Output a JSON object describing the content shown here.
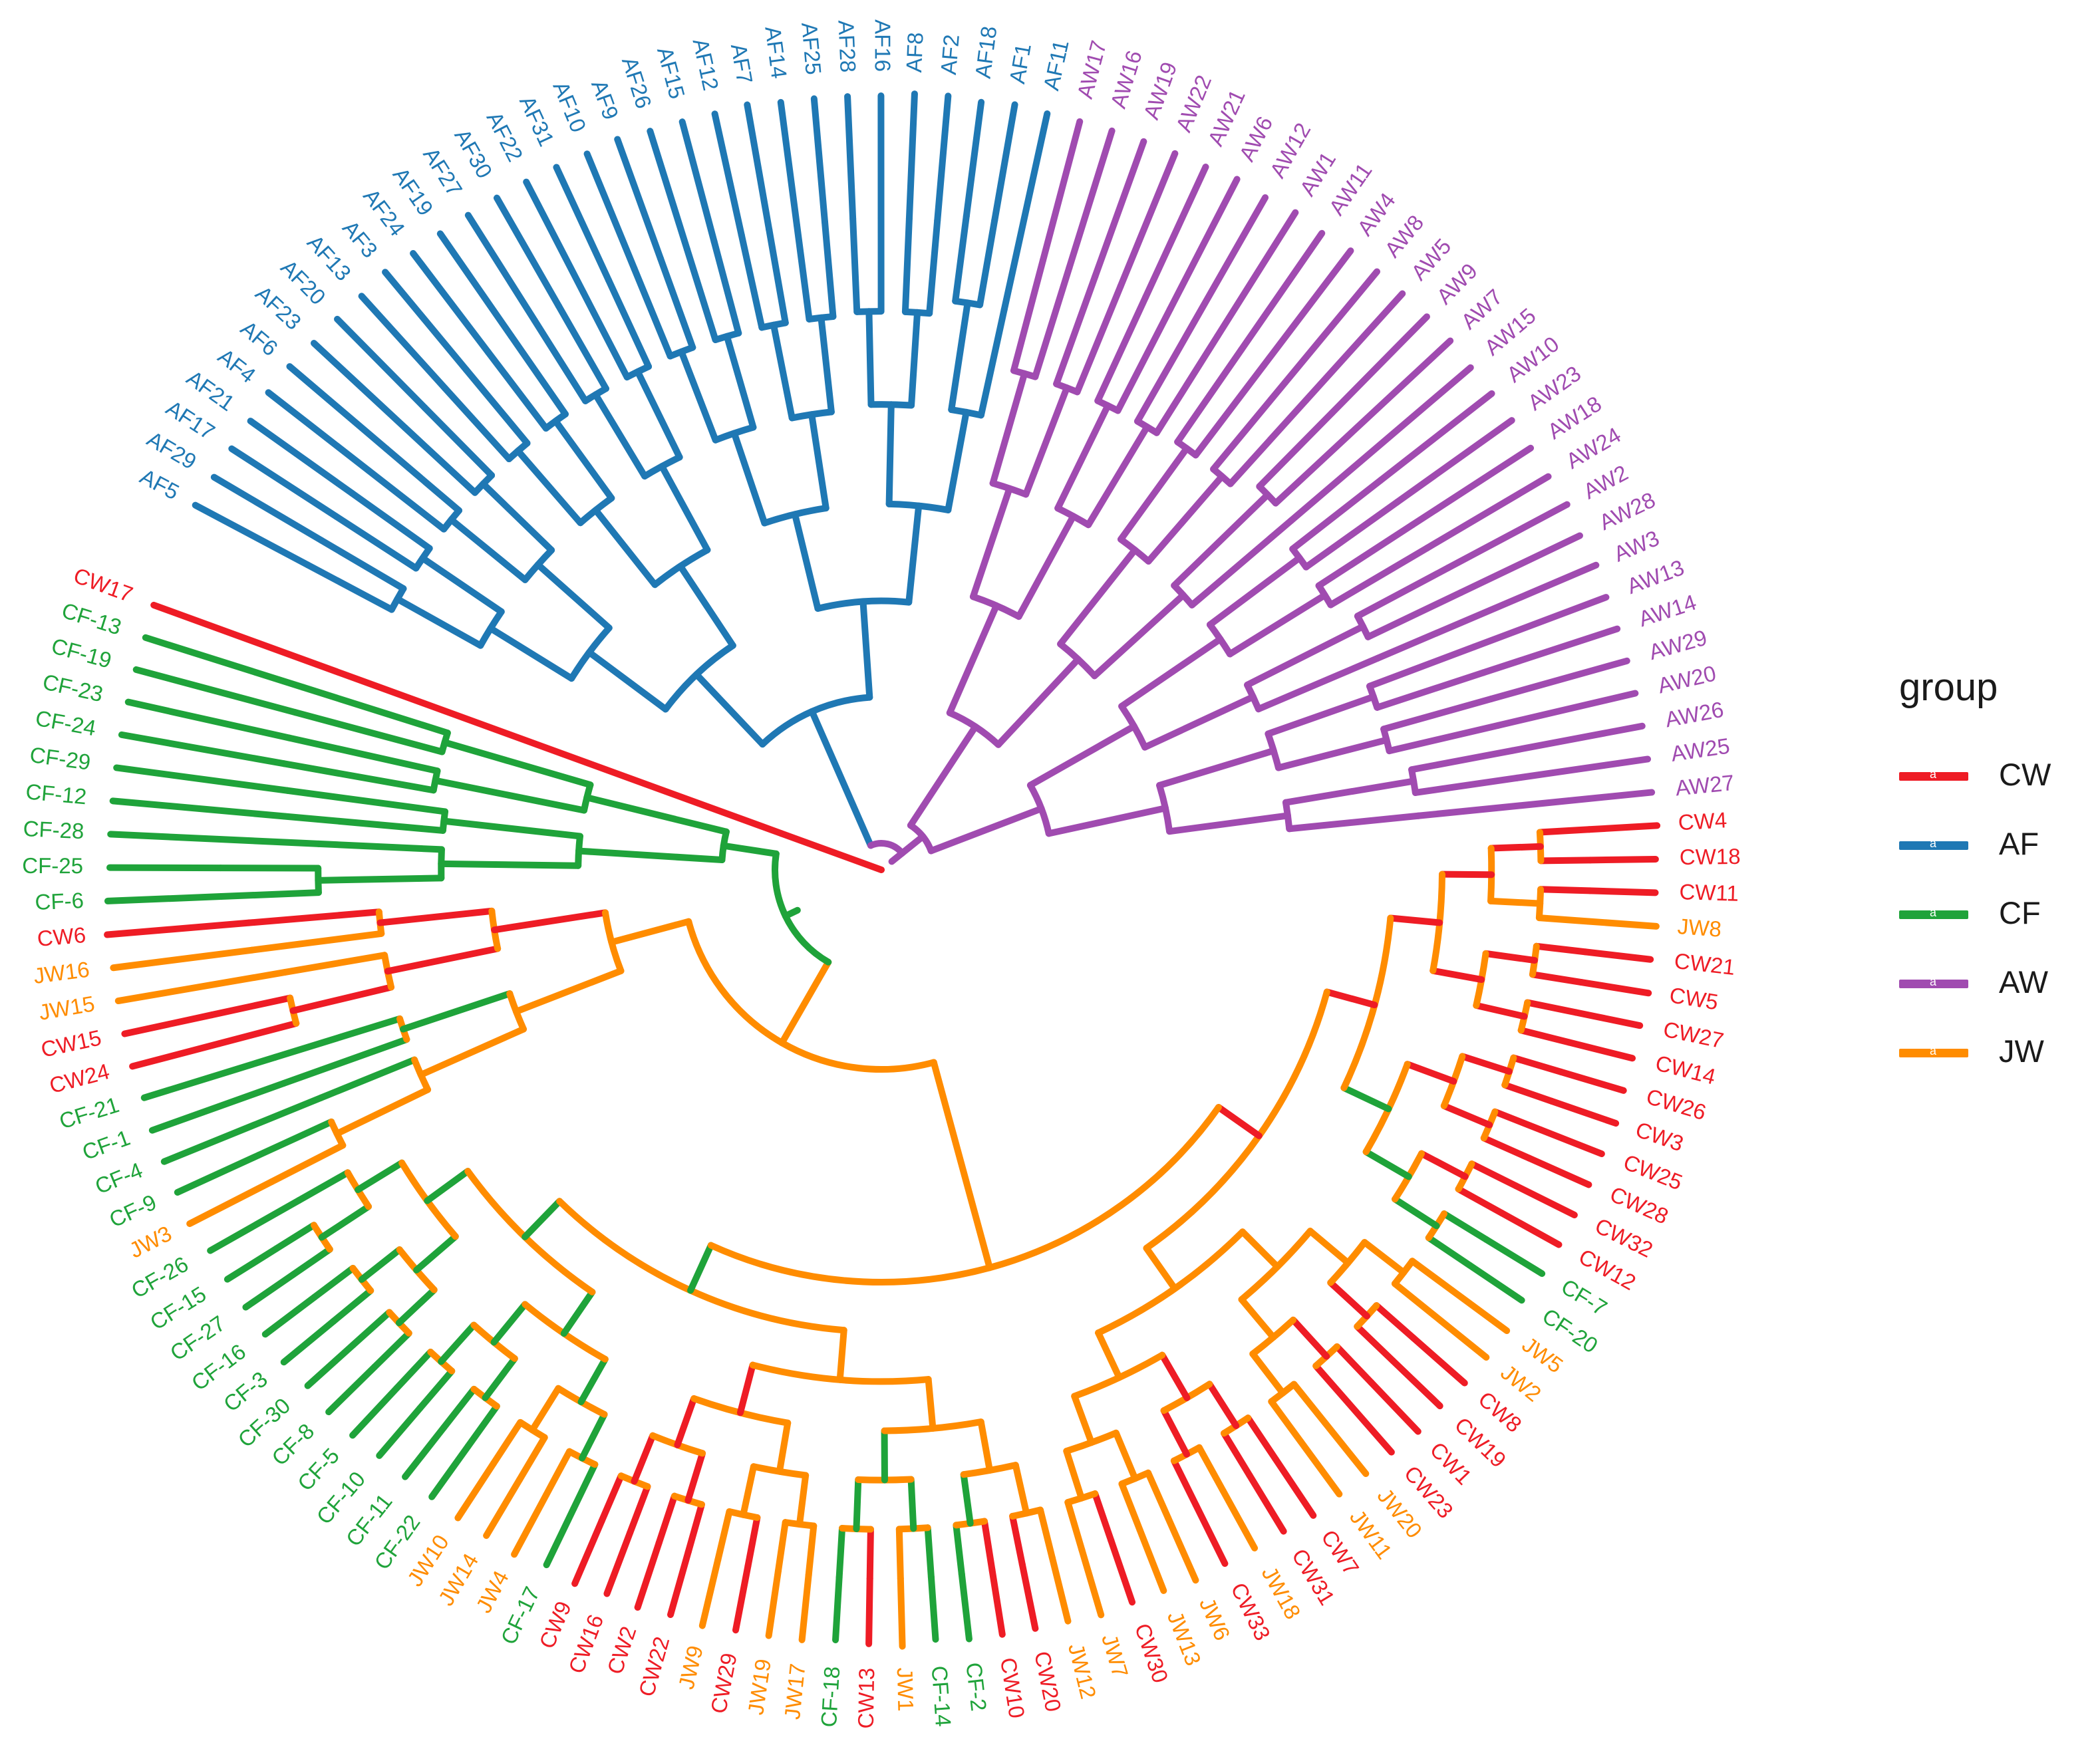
{
  "legend": {
    "title": "group",
    "items": [
      {
        "name": "CW",
        "color": "#EE1C25"
      },
      {
        "name": "AF",
        "color": "#1F78B4"
      },
      {
        "name": "CF",
        "color": "#1FA33A"
      },
      {
        "name": "AW",
        "color": "#A04BB0"
      },
      {
        "name": "JW",
        "color": "#FF8C00"
      }
    ]
  },
  "tree": {
    "layout": "circular",
    "clades": [
      {
        "group": "AF",
        "leaves": [
          "AF5",
          "AF29",
          "AF17",
          "AF21",
          "AF4",
          "AF6",
          "AF23",
          "AF20",
          "AF13",
          "AF3",
          "AF24",
          "AF19",
          "AF27",
          "AF30",
          "AF22",
          "AF31",
          "AF10",
          "AF9",
          "AF26",
          "AF15",
          "AF12",
          "AF7",
          "AF14",
          "AF25",
          "AF28",
          "AF16",
          "AF8",
          "AF2",
          "AF18",
          "AF1",
          "AF11"
        ]
      },
      {
        "group": "AW",
        "leaves": [
          "AW17",
          "AW16",
          "AW19",
          "AW22",
          "AW21",
          "AW6",
          "AW12",
          "AW1",
          "AW11",
          "AW4",
          "AW8",
          "AW5",
          "AW9",
          "AW7",
          "AW15",
          "AW10",
          "AW23",
          "AW18",
          "AW24",
          "AW2",
          "AW28",
          "AW3",
          "AW13",
          "AW14",
          "AW29",
          "AW20",
          "AW26",
          "AW25",
          "AW27"
        ]
      },
      {
        "group": "CW",
        "leaves": [
          "CW4",
          "CW18",
          "CW11"
        ]
      },
      {
        "group": "JW",
        "leaves": [
          "JW8"
        ]
      },
      {
        "group": "CW",
        "leaves": [
          "CW21",
          "CW5",
          "CW27",
          "CW14",
          "CW26",
          "CW3",
          "CW25",
          "CW28",
          "CW32",
          "CW12"
        ]
      },
      {
        "group": "CF",
        "leaves": [
          "CF-7",
          "CF-20"
        ]
      },
      {
        "group": "JW",
        "leaves": [
          "JW5",
          "JW2"
        ]
      },
      {
        "group": "CW",
        "leaves": [
          "CW8",
          "CW19",
          "CW1",
          "CW23"
        ]
      },
      {
        "group": "JW",
        "leaves": [
          "JW20",
          "JW11"
        ]
      },
      {
        "group": "CW",
        "leaves": [
          "CW7",
          "CW31"
        ]
      },
      {
        "group": "JW",
        "leaves": [
          "JW18"
        ]
      },
      {
        "group": "CW",
        "leaves": [
          "CW33"
        ]
      },
      {
        "group": "JW",
        "leaves": [
          "JW6",
          "JW13"
        ]
      },
      {
        "group": "CW",
        "leaves": [
          "CW30"
        ]
      },
      {
        "group": "JW",
        "leaves": [
          "JW7",
          "JW12"
        ]
      },
      {
        "group": "CW",
        "leaves": [
          "CW20",
          "CW10"
        ]
      },
      {
        "group": "CF",
        "leaves": [
          "CF-2",
          "CF-14"
        ]
      },
      {
        "group": "JW",
        "leaves": [
          "JW1"
        ]
      },
      {
        "group": "CW",
        "leaves": [
          "CW13"
        ]
      },
      {
        "group": "CF",
        "leaves": [
          "CF-18"
        ]
      },
      {
        "group": "JW",
        "leaves": [
          "JW17",
          "JW19"
        ]
      },
      {
        "group": "CW",
        "leaves": [
          "CW29"
        ]
      },
      {
        "group": "JW",
        "leaves": [
          "JW9"
        ]
      },
      {
        "group": "CW",
        "leaves": [
          "CW22",
          "CW2",
          "CW16",
          "CW9"
        ]
      },
      {
        "group": "CF",
        "leaves": [
          "CF-17"
        ]
      },
      {
        "group": "JW",
        "leaves": [
          "JW4",
          "JW14",
          "JW10"
        ]
      },
      {
        "group": "CF",
        "leaves": [
          "CF-22",
          "CF-11",
          "CF-10",
          "CF-5",
          "CF-8",
          "CF-30",
          "CF-3",
          "CF-16",
          "CF-27",
          "CF-15",
          "CF-26"
        ]
      },
      {
        "group": "JW",
        "leaves": [
          "JW3"
        ]
      },
      {
        "group": "CF",
        "leaves": [
          "CF-9",
          "CF-4",
          "CF-1",
          "CF-21"
        ]
      },
      {
        "group": "CW",
        "leaves": [
          "CW24",
          "CW15"
        ]
      },
      {
        "group": "JW",
        "leaves": [
          "JW15",
          "JW16"
        ]
      },
      {
        "group": "CW",
        "leaves": [
          "CW6"
        ]
      },
      {
        "group": "CF",
        "leaves": [
          "CF-6",
          "CF-25",
          "CF-28",
          "CF-12",
          "CF-29",
          "CF-24",
          "CF-23",
          "CF-19",
          "CF-13"
        ]
      },
      {
        "group": "CW",
        "leaves": [
          "CW17"
        ]
      }
    ]
  }
}
